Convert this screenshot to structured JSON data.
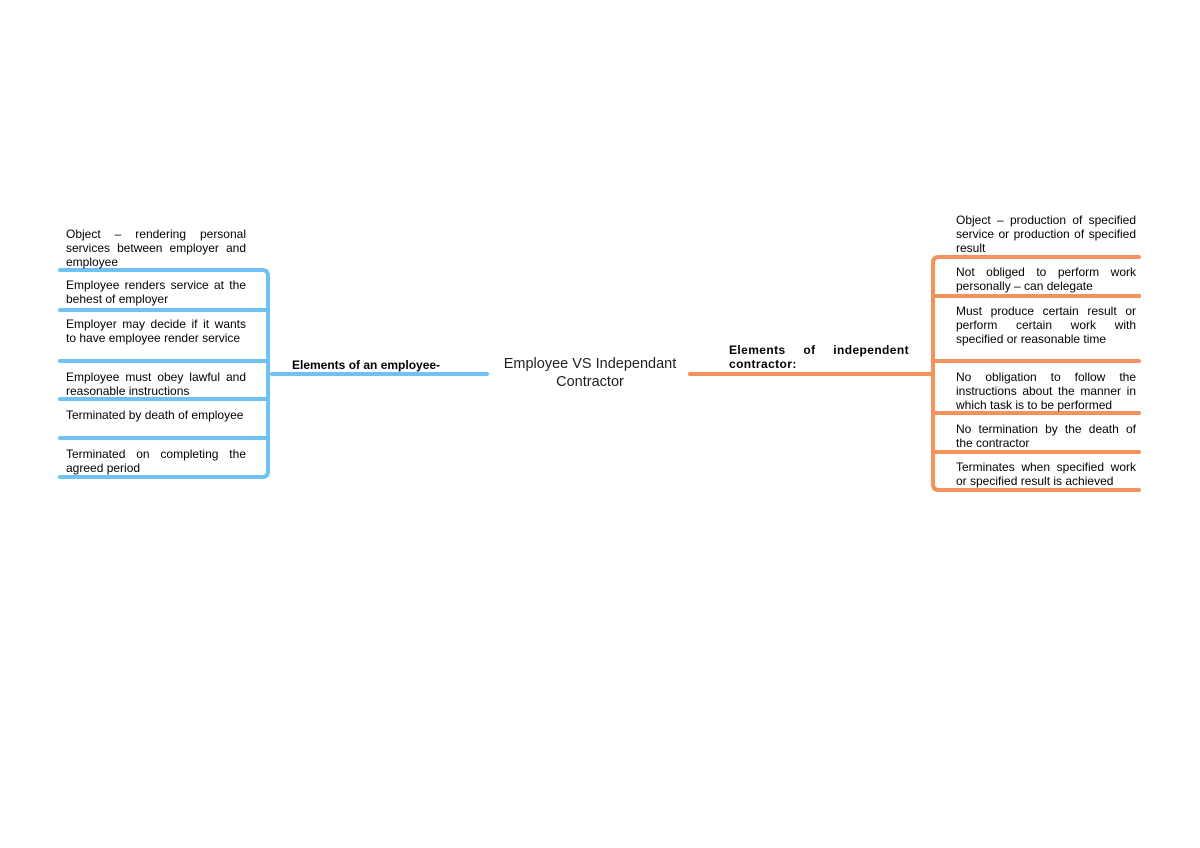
{
  "central_topic": "Employee VS Independant Contractor",
  "colors": {
    "left_branch": "#6ec3f4",
    "right_branch": "#f5915a"
  },
  "left_branch": {
    "label": "Elements of an employee-",
    "items": [
      "Object – rendering personal services between employer and employee",
      "Employee renders service at the behest of employer",
      "Employer may decide if it wants to have employee render service",
      "Employee must obey lawful and reasonable instructions",
      "Terminated by death of employee",
      "Terminated on completing the agreed period"
    ]
  },
  "right_branch": {
    "label": "Elements of independent contractor:",
    "items": [
      "Object – production of specified service or production of specified result",
      "Not obliged to perform work personally – can delegate",
      "Must produce certain result or perform certain work with specified or reasonable time",
      "No obligation to follow the instructions about the manner in which task is to be performed",
      "No termination by the death of the contractor",
      "Terminates when specified work or specified result is achieved"
    ]
  }
}
